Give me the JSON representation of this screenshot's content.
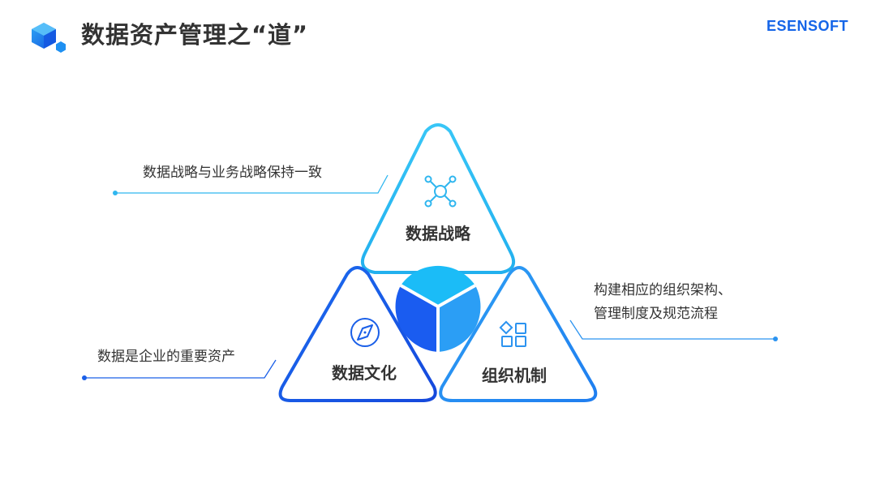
{
  "header": {
    "title": "数据资产管理之“道”",
    "brand": "ESENSOFT",
    "logo_icon": "cube-logo-icon"
  },
  "diagram": {
    "sections": [
      {
        "id": "strategy",
        "label": "数据战略",
        "icon": "network-nodes-icon",
        "color": "#2fb6ef"
      },
      {
        "id": "culture",
        "label": "数据文化",
        "icon": "compass-icon",
        "color": "#1a5fe8"
      },
      {
        "id": "organization",
        "label": "组织机制",
        "icon": "apps-grid-icon",
        "color": "#2b93f0"
      }
    ],
    "annotations": [
      {
        "for": "strategy",
        "lines": [
          "数据战略与业务战略保持一致"
        ]
      },
      {
        "for": "culture",
        "lines": [
          "数据是企业的重要资产"
        ]
      },
      {
        "for": "organization",
        "lines": [
          "构建相应的组织架构、",
          "管理制度及规范流程"
        ]
      }
    ]
  },
  "colors": {
    "title": "#333333",
    "brand": "#1565e8",
    "strategy": "#2fb6ef",
    "culture": "#1a5fe8",
    "organization": "#2b93f0",
    "center_top": "#1bbcf7",
    "center_left": "#1a5cf0",
    "center_right": "#2b9ef5"
  }
}
